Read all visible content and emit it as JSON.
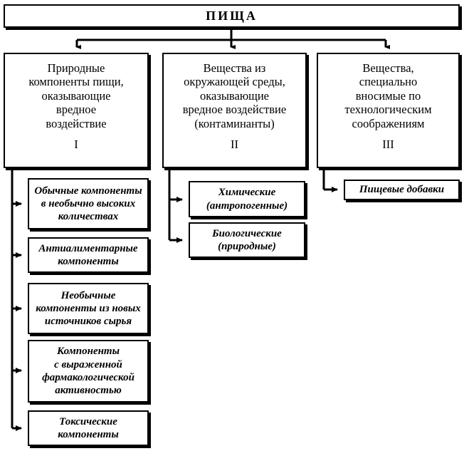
{
  "diagram": {
    "title": "ПИЩА",
    "root": {
      "label": "ПИЩА"
    },
    "columns": [
      {
        "id": "column-1",
        "label": "Природные\nкомпоненты пищи,\nоказывающие\nвредное\nвоздействие",
        "numeral": "I",
        "children": [
          {
            "label": "Обычные компоненты\nв необычно высоких\nколичествах"
          },
          {
            "label": "Антиалиментарные\nкомпоненты"
          },
          {
            "label": "Необычные\nкомпоненты из новых\nисточников сырья"
          },
          {
            "label": "Компоненты\nс выраженной\nфармакологической\nактивностью"
          },
          {
            "label": "Токсические\nкомпоненты"
          }
        ]
      },
      {
        "id": "column-2",
        "label": "Вещества из\nокружающей среды,\nоказывающие\nвредное воздействие\n(контаминанты)",
        "numeral": "II",
        "children": [
          {
            "label": "Химические\n(антропогенные)"
          },
          {
            "label": "Биологические\n(природные)"
          }
        ]
      },
      {
        "id": "column-3",
        "label": "Вещества,\nспециально\nвносимые по\nтехнологическим\nсоображениям",
        "numeral": "III",
        "children": [
          {
            "label": "Пищевые добавки"
          }
        ]
      }
    ],
    "style": {
      "line_color": "#000000",
      "box_fill": "#ffffff",
      "background": "#ffffff",
      "shadow_color": "#000000"
    }
  }
}
